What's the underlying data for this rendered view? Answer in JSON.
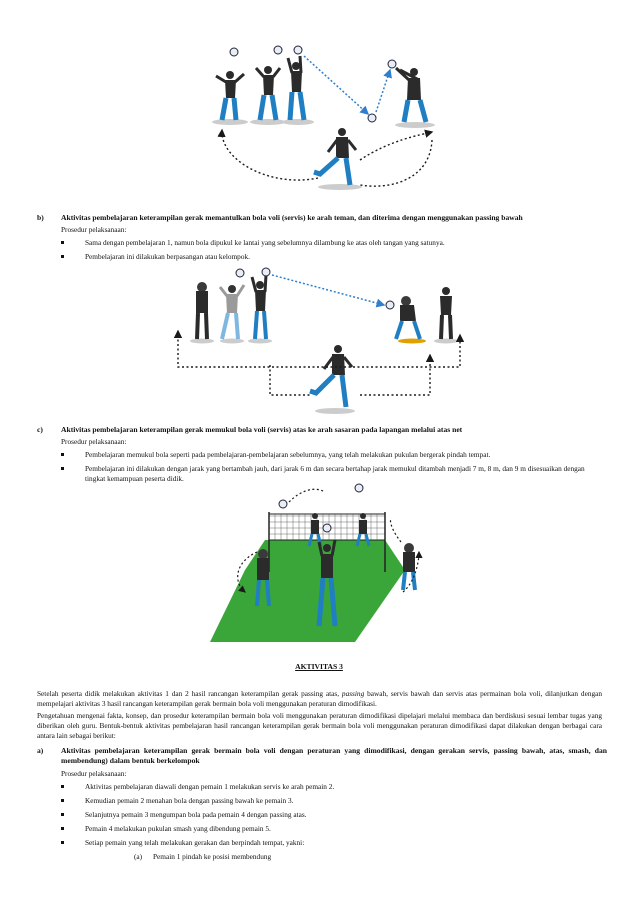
{
  "section_b": {
    "label": "b)",
    "title": "Aktivitas pembelajaran keterampilan gerak memantulkan bola voli (servis) ke arah teman, dan diterima dengan menggunakan passing bawah",
    "procedure_label": "Prosedur pelaksanaan:",
    "bullets": [
      "Sama dengan pembelajaran 1, namun bola dipukul ke lantai yang sebelumnya dilambung ke atas oleh tangan yang satunya.",
      "Pembelajaran ini dilakukan berpasangan atau kelompok."
    ]
  },
  "section_c": {
    "label": "c)",
    "title": "Aktivitas pembelajaran keterampilan gerak memukul bola voli (servis) atas ke arah sasaran pada lapangan melalui atas net",
    "procedure_label": "Prosedur pelaksanaan:",
    "bullets": [
      "Pembelajaran memukul bola seperti pada pembelajaran-pembelajaran sebelumnya, yang telah melakukan pukulan bergerak pindah tempat.",
      "Pembelajaran ini dilakukan dengan jarak yang bertambah jauh, dari jarak 6 m dan secara bertahap jarak memukul ditambah menjadi 7 m, 8 m, dan 9 m disesuaikan dengan tingkat kemampuan peserta didik."
    ]
  },
  "activity3": {
    "heading": "AKTIVITAS 3",
    "para1_a": "Setelah peserta didik melakukan aktivitas 1 dan 2 hasil rancangan keterampilan gerak passing atas, ",
    "para1_em": "passing",
    "para1_b": " bawah, servis bawah dan servis atas permainan bola voli, dilanjutkan dengan mempelajari aktivitas 3 hasil rancangan keterampilan gerak bermain bola voli menggunakan peraturan dimodifikasi.",
    "para2": "Pengetahuan mengenai fakta, konsep, dan prosedur keterampilan bermain bola voli menggunakan peraturan dimodifikasi dipelajari melalui membaca dan berdiskusi sesuai lembar tugas yang diberikan oleh guru. Bentuk-bentuk aktivitas pembelajaran hasil rancangan keterampilan gerak bermain bola voli menggunakan peraturan dimodifikasi dapat dilakukan dengan berbagai cara antara lain sebagai berikut:"
  },
  "section_a": {
    "label": "a)",
    "title": "Aktivitas pembelajaran keterampilan gerak bermain bola voli dengan peraturan yang dimodifikasi, dengan gerakan servis, passing bawah, atas, smash, dan membendung) dalam bentuk berkelompok",
    "procedure_label": "Prosedur pelaksanaan:",
    "bullets": [
      "Aktivitas pembelajaran diawali dengan pemain 1 melakukan servis ke arah pemain 2.",
      "Kemudian pemain 2 menahan bola dengan passing bawah ke pemain 3.",
      "Selanjutnya pemain 3 mengumpan bola pada pemain 4 dengan passing atas.",
      "Pemain 4 melakukan pukulan smash yang dibendung pemain 5.",
      "Setiap pemain yang telah melakukan gerakan dan berpindah tempat, yakni:"
    ],
    "sub_label": "(a)",
    "sub_text": "Pemain 1 pindah ke posisi membendung"
  },
  "colors": {
    "shirt": "#2b2b2b",
    "pants": "#1f7fc2",
    "hijab": "#3a3a3a",
    "court": "#3aa63a",
    "arrow": "#1a1a1a",
    "dotted_blue": "#2e7fd0"
  }
}
